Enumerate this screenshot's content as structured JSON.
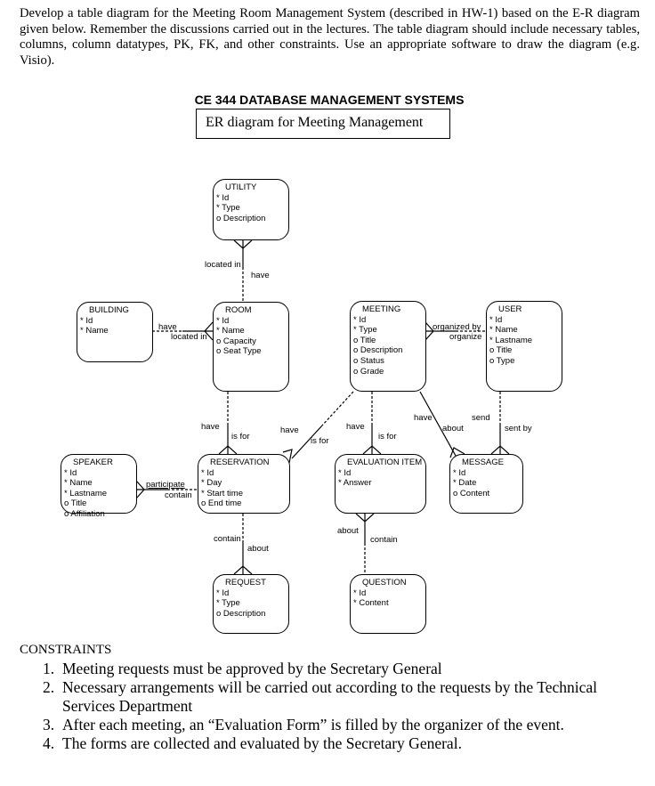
{
  "intro": "Develop a table diagram for the Meeting Room Management System (described in HW-1) based on the E-R diagram given below. Remember the discussions carried out in the lectures. The table diagram should include necessary tables, columns, column datatypes, PK, FK, and other constraints. Use an appropriate software to draw the diagram (e.g. Visio).",
  "course_title": "CE 344 DATABASE MANAGEMENT SYSTEMS",
  "diagram_title": "ER diagram for Meeting Management",
  "entities": {
    "utility": {
      "name": "UTILITY",
      "attrs": [
        "* Id",
        "* Type",
        "o Description"
      ]
    },
    "building": {
      "name": "BUILDING",
      "attrs": [
        "* Id",
        "* Name"
      ]
    },
    "room": {
      "name": "ROOM",
      "attrs": [
        "* Id",
        "* Name",
        "o Capacity",
        "o Seat Type"
      ]
    },
    "meeting": {
      "name": "MEETING",
      "attrs": [
        "* Id",
        "* Type",
        "o Title",
        "o Description",
        "o Status",
        "o Grade"
      ]
    },
    "user": {
      "name": "USER",
      "attrs": [
        "* Id",
        "* Name",
        "* Lastname",
        "o Title",
        "o Type"
      ]
    },
    "speaker": {
      "name": "SPEAKER",
      "attrs": [
        "* Id",
        "* Name",
        "* Lastname",
        "o Title",
        "o Affiliation"
      ]
    },
    "reservation": {
      "name": "RESERVATION",
      "attrs": [
        "* Id",
        "* Day",
        "* Start time",
        "o End time"
      ]
    },
    "evaluation_item": {
      "name": "EVALUATION ITEM",
      "attrs": [
        "* Id",
        "* Answer"
      ]
    },
    "message": {
      "name": "MESSAGE",
      "attrs": [
        "* Id",
        "* Date",
        "o Content"
      ]
    },
    "request": {
      "name": "REQUEST",
      "attrs": [
        "* Id",
        "* Type",
        "o Description"
      ]
    },
    "question": {
      "name": "QUESTION",
      "attrs": [
        "* Id",
        "* Content"
      ]
    }
  },
  "relationships": {
    "utility_room": [
      "located in",
      "have"
    ],
    "building_room": [
      "have",
      "located in"
    ],
    "meeting_user": [
      "organized by",
      "organize"
    ],
    "room_reservation": [
      "have",
      "is for"
    ],
    "meeting_reservation": [
      "have",
      "is for"
    ],
    "meeting_evaluation": [
      "have",
      "is for"
    ],
    "meeting_message": [
      "have",
      "about"
    ],
    "user_message": [
      "send",
      "sent by"
    ],
    "speaker_reservation": [
      "participate",
      "contain"
    ],
    "reservation_request": [
      "contain",
      "about"
    ],
    "evaluation_question": [
      "about",
      "contain"
    ]
  },
  "constraints": {
    "heading": "CONSTRAINTS",
    "items": [
      {
        "num": "1.",
        "text": "Meeting requests must be approved by the Secretary General"
      },
      {
        "num": "2.",
        "text": "Necessary arrangements will be carried out according to the requests by the Technical Services Department"
      },
      {
        "num": "3.",
        "text": "After each meeting, an “Evaluation Form” is filled by the organizer of the event."
      },
      {
        "num": "4.",
        "text": "The forms are collected and evaluated by the Secretary General."
      }
    ]
  }
}
